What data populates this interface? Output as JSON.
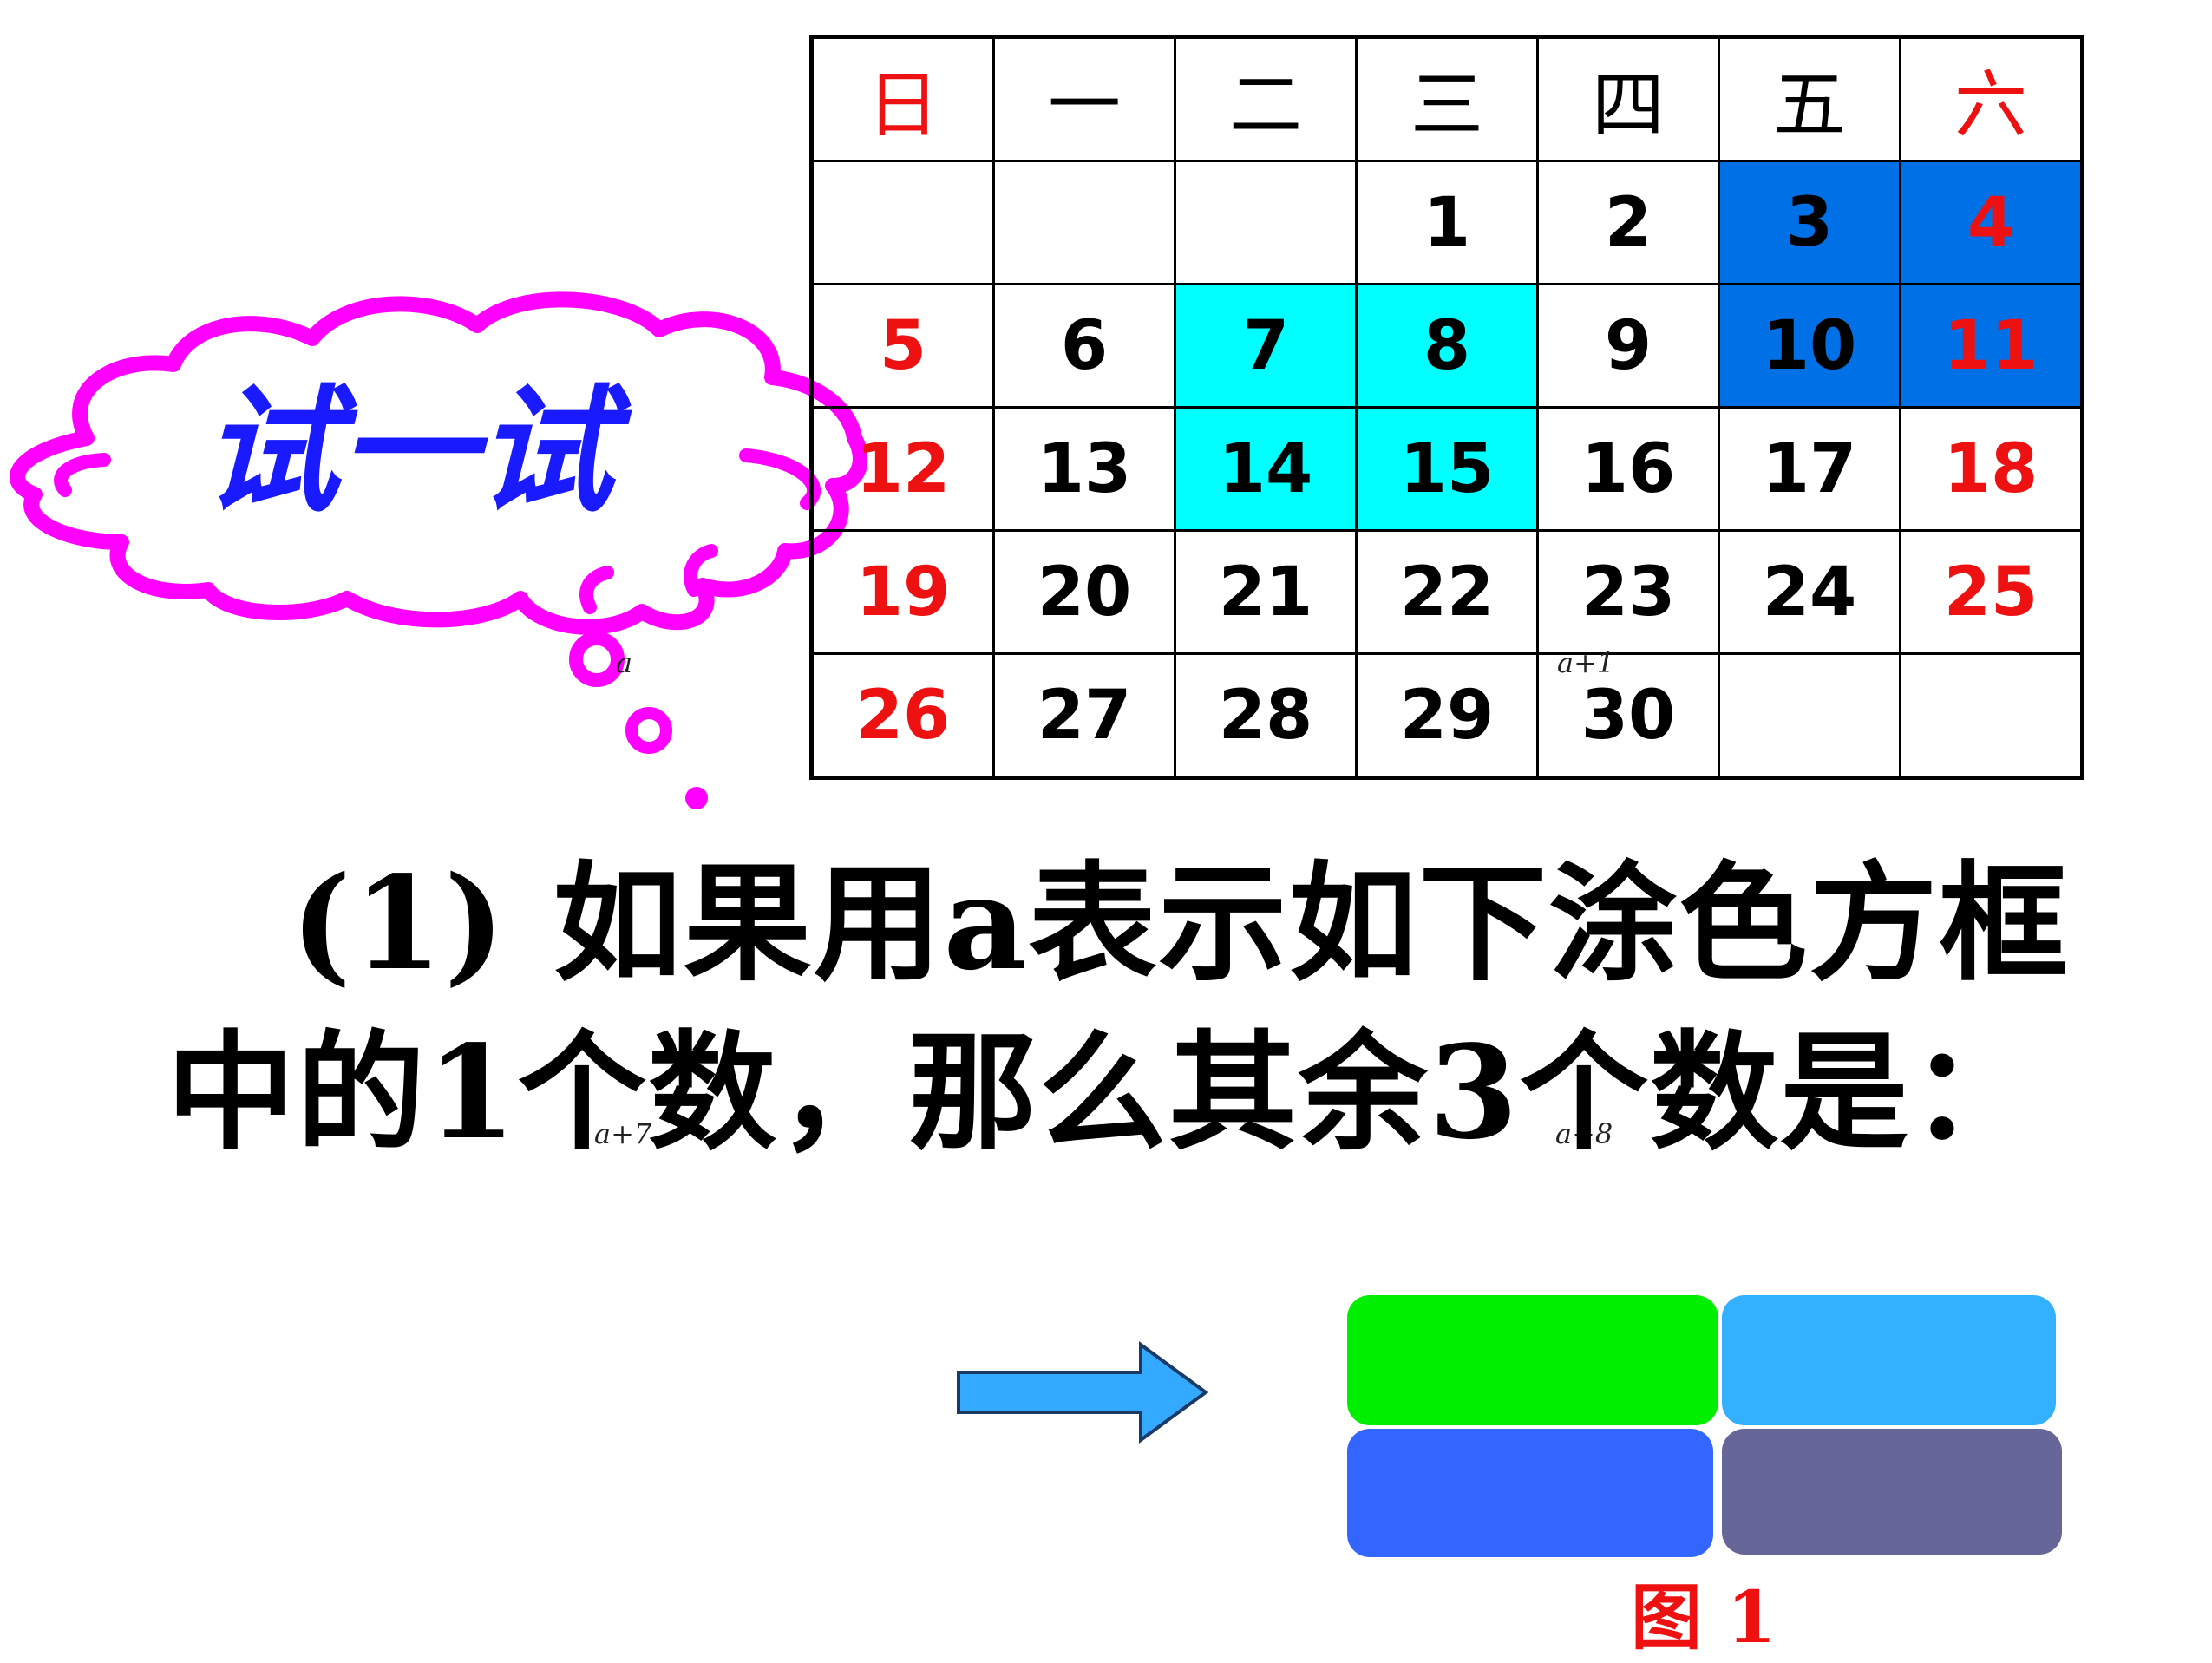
{
  "cloud": {
    "label": "试一试"
  },
  "calendar": {
    "headers": [
      {
        "text": "日",
        "red": true
      },
      {
        "text": "一",
        "red": false
      },
      {
        "text": "二",
        "red": false
      },
      {
        "text": "三",
        "red": false
      },
      {
        "text": "四",
        "red": false
      },
      {
        "text": "五",
        "red": false
      },
      {
        "text": "六",
        "red": true
      }
    ],
    "rows": [
      [
        {
          "text": ""
        },
        {
          "text": ""
        },
        {
          "text": ""
        },
        {
          "text": "1"
        },
        {
          "text": "2"
        },
        {
          "text": "3",
          "bg": "blue"
        },
        {
          "text": "4",
          "red": true,
          "bg": "blue"
        }
      ],
      [
        {
          "text": "5",
          "red": true
        },
        {
          "text": "6"
        },
        {
          "text": "7",
          "bg": "cyan"
        },
        {
          "text": "8",
          "bg": "cyan"
        },
        {
          "text": "9"
        },
        {
          "text": "10",
          "bg": "blue"
        },
        {
          "text": "11",
          "red": true,
          "bg": "blue"
        }
      ],
      [
        {
          "text": "12",
          "red": true
        },
        {
          "text": "13"
        },
        {
          "text": "14",
          "bg": "cyan"
        },
        {
          "text": "15",
          "bg": "cyan"
        },
        {
          "text": "16"
        },
        {
          "text": "17"
        },
        {
          "text": "18",
          "red": true
        }
      ],
      [
        {
          "text": "19",
          "red": true
        },
        {
          "text": "20"
        },
        {
          "text": "21"
        },
        {
          "text": "22"
        },
        {
          "text": "23"
        },
        {
          "text": "24"
        },
        {
          "text": "25",
          "red": true
        }
      ],
      [
        {
          "text": "26",
          "red": true
        },
        {
          "text": "27"
        },
        {
          "text": "28"
        },
        {
          "text": "29"
        },
        {
          "text": "30"
        },
        {
          "text": ""
        },
        {
          "text": ""
        }
      ]
    ]
  },
  "math_labels": {
    "a": "a",
    "a_plus_1": "a+1",
    "a_plus_7": "a+7",
    "a_plus_8": "a+8"
  },
  "question": {
    "line1": "(1) 如果用a表示如下涂色方框",
    "line2": "中的1个数，那么其余3个数是："
  },
  "figure": {
    "caption": "图 1"
  },
  "colors": {
    "cloud_outline": "#ff00ff",
    "cloud_text": "#1a1aff",
    "red_text": "#ee1111",
    "cyan_fill": "#00ffff",
    "blue_fill": "#0070e6",
    "arrow": "#33aaff",
    "box_green": "#00ee00",
    "box_light_blue": "#33b0ff",
    "box_blue": "#3366ff",
    "box_slate": "#666699"
  }
}
